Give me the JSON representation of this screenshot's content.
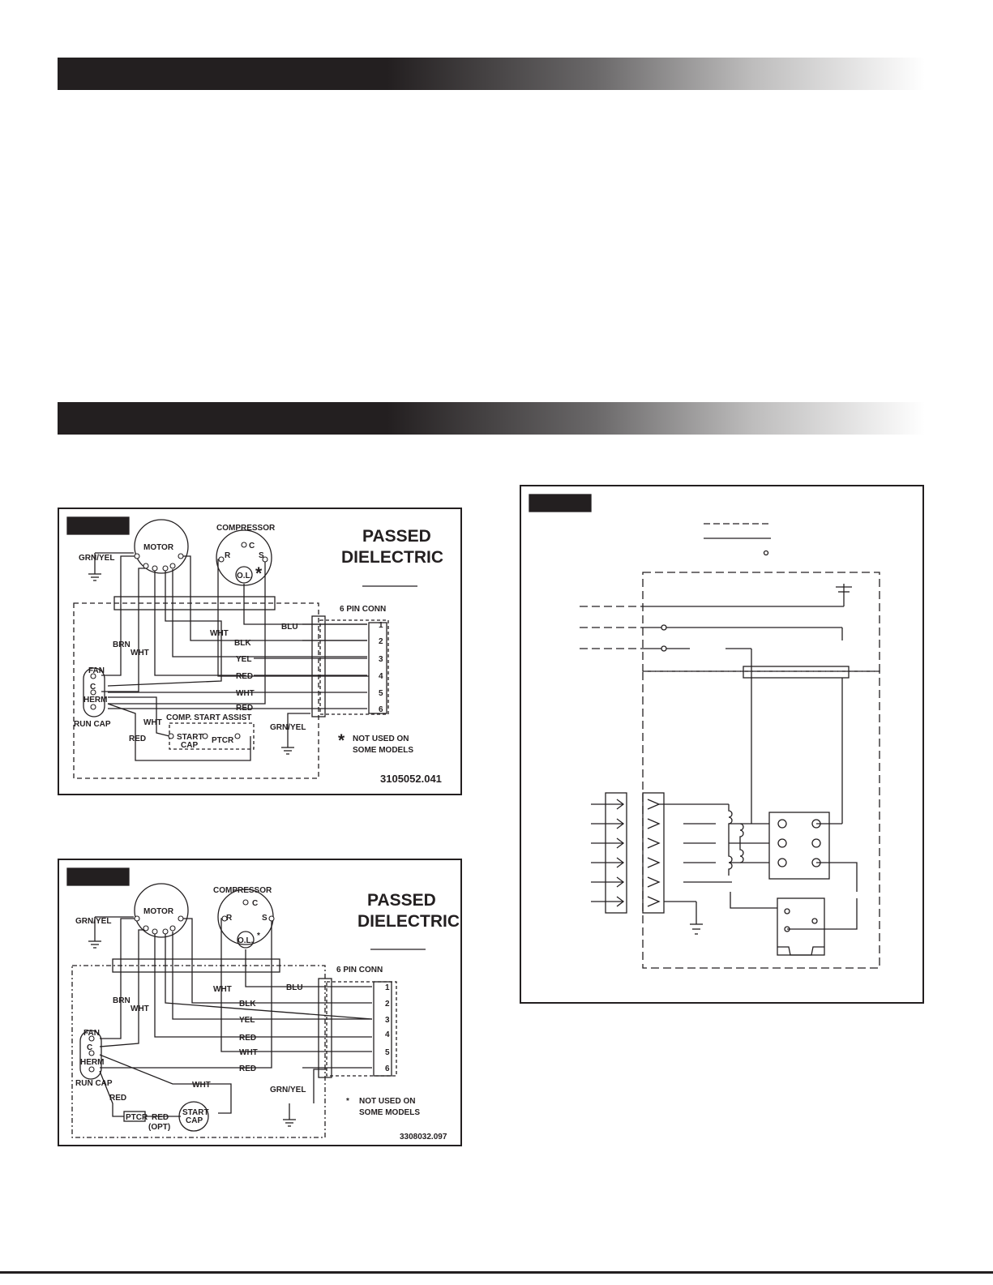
{
  "diagram1": {
    "title_line1": "PASSED",
    "title_line2": "DIELECTRIC",
    "motor": "MOTOR",
    "compressor": "COMPRESSOR",
    "comp_c": "C",
    "comp_r": "R",
    "comp_s": "S",
    "ol": "O.L.",
    "asterisk": "*",
    "grn_yel": "GRN/YEL",
    "brn": "BRN",
    "wht": "WHT",
    "wht2": "WHT",
    "wht3": "WHT",
    "six_pin": "6 PIN CONN",
    "blu": "BLU",
    "blk": "BLK",
    "yel": "YEL",
    "red": "RED",
    "wht_w": "WHT",
    "red2": "RED",
    "red3": "RED",
    "fan": "FAN",
    "c": "C",
    "herm": "HERM",
    "run_cap": "RUN CAP",
    "comp_start_assist": "COMP. START ASSIST",
    "start": "START",
    "cap": "CAP",
    "ptcr": "PTCR",
    "grn_yel2": "GRN/YEL",
    "note_line1": "NOT USED ON",
    "note_line2": "SOME MODELS",
    "part_number": "3105052.041",
    "pins": [
      "1",
      "2",
      "3",
      "4",
      "5",
      "6"
    ]
  },
  "diagram2": {
    "title_line1": "PASSED",
    "title_line2": "DIELECTRIC",
    "motor": "MOTOR",
    "compressor": "COMPRESSOR",
    "comp_c": "C",
    "comp_r": "R",
    "comp_s": "S",
    "ol": "O.L.",
    "asterisk": "*",
    "grn_yel": "GRN/YEL",
    "brn": "BRN",
    "wht": "WHT",
    "wht2": "WHT",
    "wht3": "WHT",
    "six_pin": "6 PIN CONN",
    "blu": "BLU",
    "blk": "BLK",
    "yel": "YEL",
    "red": "RED",
    "wht_w": "WHT",
    "red2": "RED",
    "fan": "FAN",
    "c": "C",
    "herm": "HERM",
    "run_cap": "RUN CAP",
    "red3": "RED",
    "ptcr": "PTCR",
    "red_opt": "RED",
    "opt": "(OPT)",
    "start": "START",
    "cap": "CAP",
    "grn_yel2": "GRN/YEL",
    "note_line1": "NOT USED ON",
    "note_line2": "SOME MODELS",
    "part_number": "3308032.097",
    "pins": [
      "1",
      "2",
      "3",
      "4",
      "5",
      "6"
    ]
  }
}
